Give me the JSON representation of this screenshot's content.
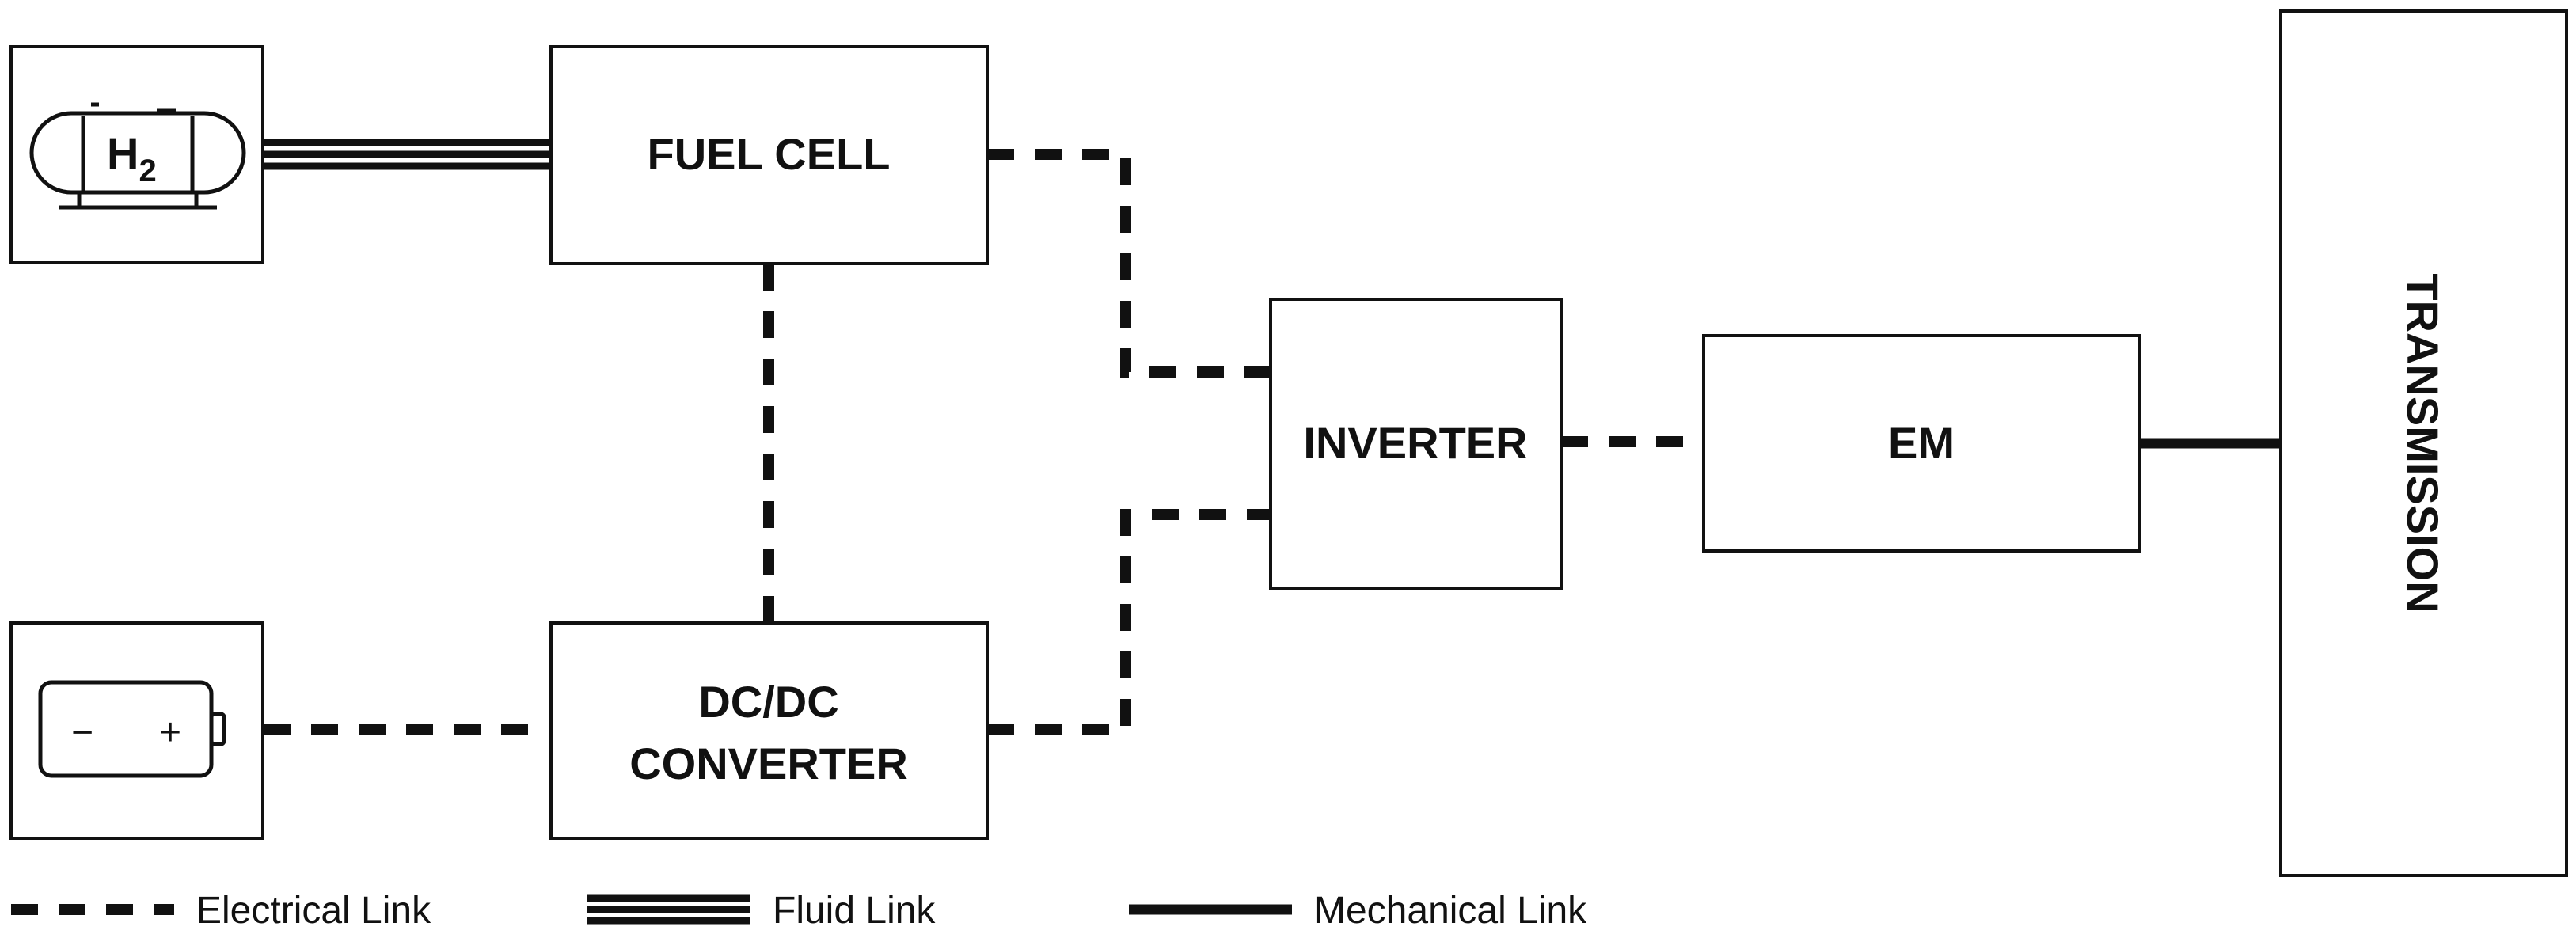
{
  "blocks": {
    "fuel_cell": "FUEL CELL",
    "dcdc_line1": "DC/DC",
    "dcdc_line2": "CONVERTER",
    "inverter": "INVERTER",
    "em": "EM",
    "transmission": "TRANSMISSION"
  },
  "icons": {
    "h2_tank": "hydrogen-tank-icon",
    "h2_main": "H",
    "h2_sub": "2",
    "battery": "battery-icon",
    "battery_minus": "−",
    "battery_plus": "+"
  },
  "legend": {
    "electrical": "Electrical Link",
    "fluid": "Fluid Link",
    "mechanical": "Mechanical Link"
  }
}
